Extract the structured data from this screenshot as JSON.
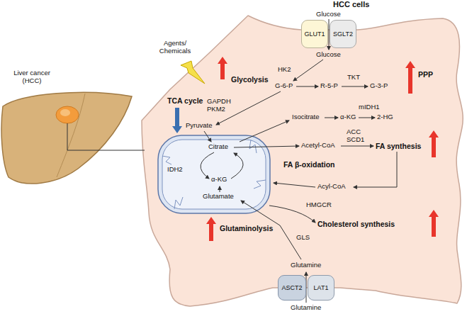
{
  "diagram": {
    "nodes": [
      {
        "text": [
          "HCC cells"
        ]
      },
      {
        "text": [
          "GLUT1"
        ],
        "in": 0
      },
      {
        "text": [
          "SGLT2"
        ],
        "in": 0
      },
      {
        "text": [
          "IDH2",
          "Citrate",
          "α-KG",
          "Glutamate"
        ],
        "in": 0
      },
      {
        "text": [
          "ASCT2"
        ],
        "in": 0
      },
      {
        "text": [
          "LAT1"
        ],
        "in": 0
      }
    ],
    "labels": [
      "Agents/ Chemicals",
      "Liver cancer (HCC)",
      "Glucose",
      "Glucose",
      "Glycolysis",
      "HK2",
      "G-6-P",
      "R-5-P",
      "G-3-P",
      "TKT",
      "PPP",
      "GAPDH PKM2",
      "Pyruvate",
      "Isocitrate",
      "α-KG",
      "2-HG",
      "mIDH1",
      "TCA cycle",
      "Acetyl-CoA",
      "ACC SCD1",
      "FA synthesis",
      "FA β-oxidation",
      "Acyl-CoA",
      "HMGCR",
      "Cholesterol synthesis",
      "Glutaminolysis",
      "GLS",
      "Glutamine",
      "Glutamine"
    ]
  }
}
